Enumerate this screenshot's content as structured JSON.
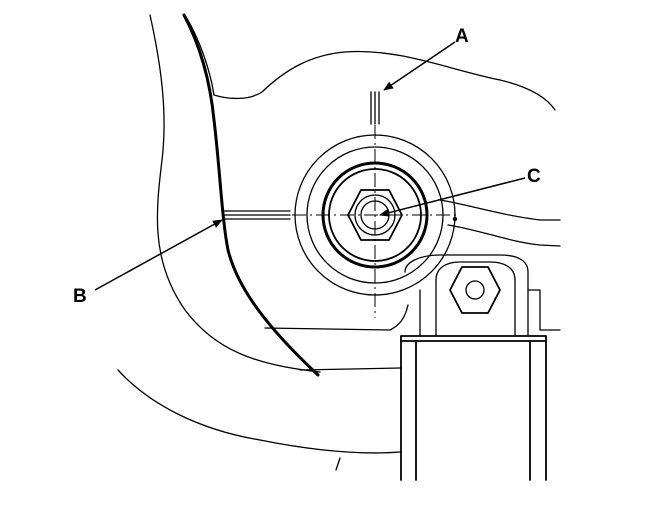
{
  "callouts": [
    {
      "id": "A",
      "label": "A"
    },
    {
      "id": "B",
      "label": "B"
    },
    {
      "id": "C",
      "label": "C"
    }
  ],
  "colors": {
    "ink": "#000000",
    "background": "#ffffff"
  }
}
